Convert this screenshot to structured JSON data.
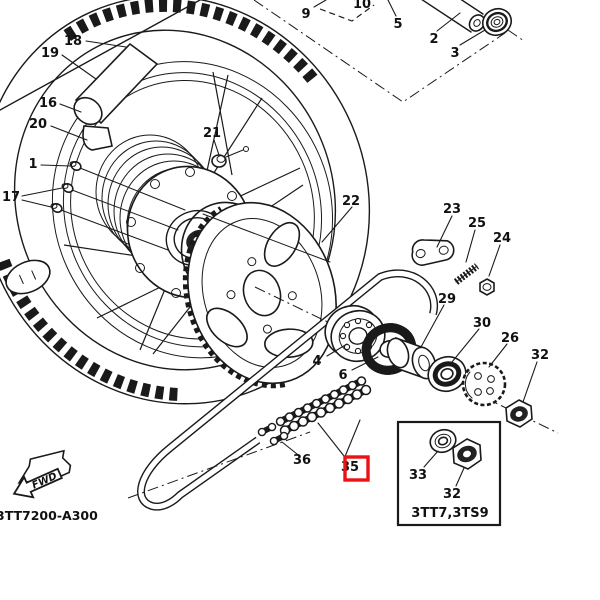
{
  "diagram": {
    "title": "rear-wheel-exploded-parts-diagram",
    "code": "3TT7200-A300",
    "inset_caption": "3TT7,3TS9",
    "fwd": "FWD",
    "highlight": {
      "part": "35",
      "color": "#ee1111"
    },
    "callouts": {
      "p1": "1",
      "p2": "2",
      "p3": "3",
      "p4": "4",
      "p5": "5",
      "p6": "6",
      "p9": "9",
      "p10": "10",
      "p16": "16",
      "p17": "17",
      "p18": "18",
      "p19": "19",
      "p20": "20",
      "p21": "21",
      "p22": "22",
      "p23": "23",
      "p24": "24",
      "p25": "25",
      "p26": "26",
      "p29": "29",
      "p30": "30",
      "p32": "32",
      "p33": "33",
      "p35": "35",
      "p36": "36",
      "p32_inset": "32"
    }
  }
}
